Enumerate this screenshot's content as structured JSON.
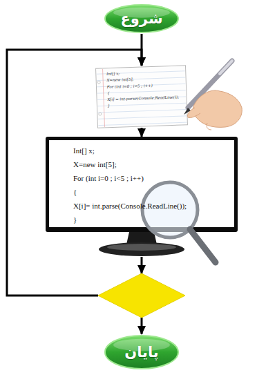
{
  "diagram": {
    "nodes": [
      {
        "text": [
          "شروع"
        ]
      },
      {
        "text": [
          "Int[] x;",
          "X=new int[5];",
          "For (int i=0 ; i<5 ; i++)",
          "{",
          "X[i] = int.parse(Console.ReadLine());",
          "}"
        ]
      },
      {
        "text": [
          "Int[] x;",
          "X=new int[5];",
          "For (int i=0 ; i<5 ; i++)",
          "{",
          "X[i]= int.parse(Console.ReadLine());",
          "}"
        ]
      },
      {
        "text": []
      },
      {
        "text": [
          "پایان"
        ]
      }
    ],
    "edges": [
      {
        "from": 0,
        "to": 1,
        "arrow": "to"
      },
      {
        "from": 1,
        "to": 2,
        "arrow": "to"
      },
      {
        "from": 2,
        "to": 3,
        "arrow": "to"
      },
      {
        "from": 3,
        "to": 4,
        "arrow": "to"
      },
      {
        "from": 3,
        "to": 1,
        "arrow": "to"
      }
    ]
  }
}
